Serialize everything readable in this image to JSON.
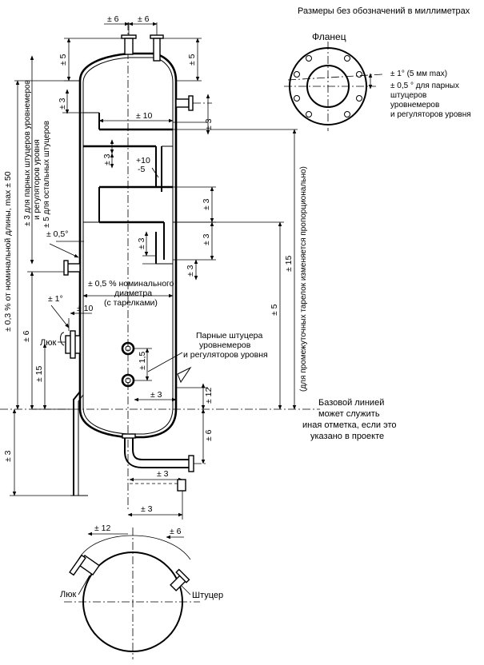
{
  "header": {
    "units_note": "Размеры без обозначений в миллиметрах"
  },
  "flange": {
    "title": "Фланец",
    "tol_angle": "± 1° (5 мм max)",
    "tol_paired_line1": "± 0,5 ° для парных",
    "tol_paired_line2": "штуцеров",
    "tol_paired_line3": "уровнемеров",
    "tol_paired_line4": "и регуляторов уровня"
  },
  "top": {
    "tol_left": "± 6",
    "tol_right": "± 6",
    "tol_head_left": "± 5",
    "tol_head_right": "± 5"
  },
  "left_verticals": {
    "length_tol": "± 0,3 % от номинальной длины, max ± 50",
    "nozzle_paired_line1": "± 3 для парных штуцеров уровнемеров",
    "nozzle_paired_line2": "и регуляторов уровня",
    "nozzle_other": "± 5 для остальных штуцеров",
    "base_below": "± 3",
    "manhole_height": "± 6",
    "lower_nozzle": "± 15"
  },
  "trays": {
    "tray1_width": "± 10",
    "tray_gap": "± 3",
    "weir_plus": "+10",
    "weir_minus": "-5",
    "right_tol_1": "± 3",
    "right_tol_2": "± 3",
    "right_tol_3": "± 3",
    "right_tol_4": "± 3",
    "right_tol_5": "± 3",
    "inner_tol": "± 3",
    "inner_tol_2": "± 3"
  },
  "shell": {
    "tol_angle": "± 0,5°",
    "tol_angle_nozzle": "± 1°",
    "nozzle_offset": "± 10",
    "diameter_line1": "± 0,5 % номинального",
    "diameter_line2": "диаметра",
    "diameter_line3": "(с тарелками)",
    "manhole_label": "Люк",
    "gauge_pitch": "± 1,5",
    "gauge_label_line1": "Парные штуцера",
    "gauge_label_line2": "уровнемеров",
    "gauge_label_line3": "и регуляторов уровня",
    "bottom_offset": "± 3",
    "base_tol": "± 12"
  },
  "right_side": {
    "tray_tol_15": "± 15",
    "tray_tol_5": "± 5",
    "tray_note": "(для промежуточных тарелок изменяется пропорционально)",
    "base_line1": "Базовой линией",
    "base_line2": "может служить",
    "base_line3": "иная отметка, если это",
    "base_line4": "указано в проекте"
  },
  "bottom": {
    "outlet_tol": "± 6",
    "pipe_tol_1": "± 3",
    "pipe_tol_2": "± 3"
  },
  "plan": {
    "angle_left": "± 12",
    "angle_right": "± 6",
    "manhole_label": "Люк",
    "nozzle_label": "Штуцер"
  }
}
